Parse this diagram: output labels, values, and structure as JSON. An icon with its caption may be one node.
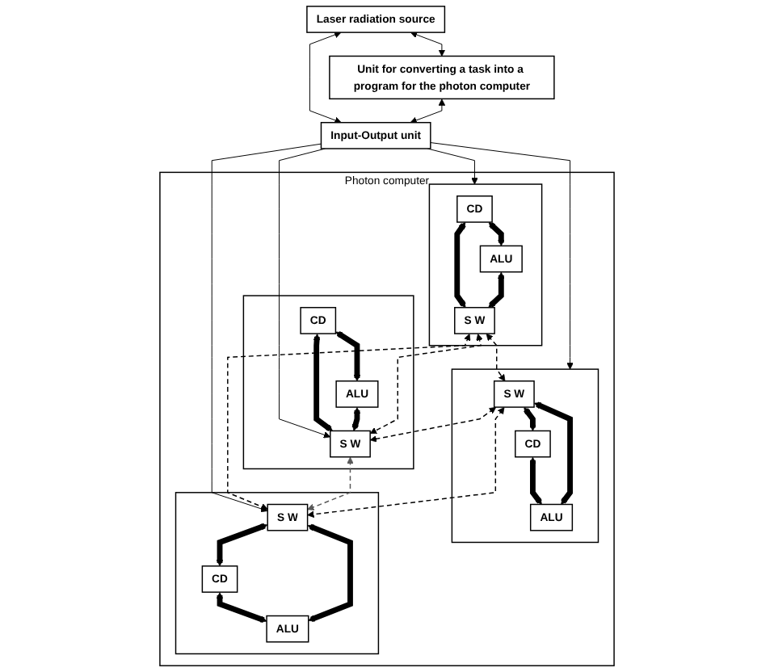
{
  "diagram": {
    "nodes": [
      {
        "text": [
          "Laser radiation source"
        ]
      },
      {
        "text": [
          "Unit for converting a task into a program for the photon computer"
        ]
      },
      {
        "text": [
          "Input-Output unit"
        ]
      },
      {
        "text": [
          "Photon computer"
        ]
      },
      {
        "text": [],
        "shape": "box",
        "in": 3
      },
      {
        "text": [
          "CD"
        ],
        "in": 4
      },
      {
        "text": [
          "ALU"
        ],
        "in": 4
      },
      {
        "text": [
          "S W"
        ],
        "in": 4
      },
      {
        "text": [],
        "shape": "box",
        "in": 3
      },
      {
        "text": [
          "S W"
        ],
        "in": 8
      },
      {
        "text": [
          "CD"
        ],
        "in": 8
      },
      {
        "text": [
          "ALU"
        ],
        "in": 8
      },
      {
        "text": [],
        "shape": "box",
        "in": 3
      },
      {
        "text": [
          "CD"
        ],
        "in": 12
      },
      {
        "text": [
          "ALU"
        ],
        "in": 12
      },
      {
        "text": [
          "S W"
        ],
        "in": 12
      },
      {
        "text": [],
        "shape": "box",
        "in": 3
      },
      {
        "text": [
          "S W"
        ],
        "in": 16
      },
      {
        "text": [
          "CD"
        ],
        "in": 16
      },
      {
        "text": [
          "ALU"
        ],
        "in": 16
      }
    ],
    "edges": [
      {
        "from": 0,
        "to": 1,
        "arrow": "both"
      },
      {
        "from": 0,
        "to": 2,
        "arrow": "both"
      },
      {
        "from": 1,
        "to": 2,
        "arrow": "both"
      },
      {
        "from": 2,
        "to": 4,
        "arrow": "to"
      },
      {
        "from": 2,
        "to": 8,
        "arrow": "to"
      },
      {
        "from": 2,
        "to": 15,
        "arrow": "to"
      },
      {
        "from": 2,
        "to": 17,
        "arrow": "to"
      },
      {
        "from": 5,
        "to": 7,
        "arrow": "both",
        "style": "thick"
      },
      {
        "from": 5,
        "to": 6,
        "arrow": "both",
        "style": "thick"
      },
      {
        "from": 6,
        "to": 7,
        "arrow": "both",
        "style": "thick"
      },
      {
        "from": 9,
        "to": 10,
        "arrow": "both",
        "style": "thick"
      },
      {
        "from": 10,
        "to": 11,
        "arrow": "both",
        "style": "thick"
      },
      {
        "from": 9,
        "to": 11,
        "arrow": "both",
        "style": "thick"
      },
      {
        "from": 13,
        "to": 15,
        "arrow": "both",
        "style": "thick"
      },
      {
        "from": 13,
        "to": 14,
        "arrow": "both",
        "style": "thick"
      },
      {
        "from": 14,
        "to": 15,
        "arrow": "both",
        "style": "thick"
      },
      {
        "from": 17,
        "to": 18,
        "arrow": "both",
        "style": "thick"
      },
      {
        "from": 18,
        "to": 19,
        "arrow": "both",
        "style": "thick"
      },
      {
        "from": 17,
        "to": 19,
        "arrow": "both",
        "style": "thick"
      },
      {
        "from": 7,
        "to": 9,
        "arrow": "both",
        "style": "dashed"
      },
      {
        "from": 7,
        "to": 17,
        "arrow": "both",
        "style": "dashed"
      },
      {
        "from": 9,
        "to": 15,
        "arrow": "both",
        "style": "dashed"
      },
      {
        "from": 7,
        "to": 15,
        "arrow": "both",
        "style": "dashed"
      },
      {
        "from": 9,
        "to": 17,
        "arrow": "both",
        "style": "dashed"
      },
      {
        "from": 15,
        "to": 17,
        "arrow": "both",
        "style": "dashed",
        "color": "#595959"
      }
    ]
  }
}
